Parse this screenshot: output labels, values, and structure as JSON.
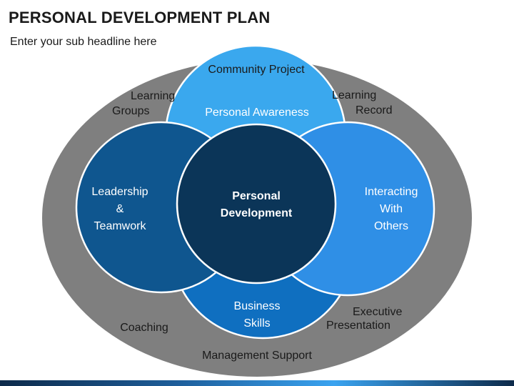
{
  "header": {
    "title": "PERSONAL DEVELOPMENT PLAN",
    "subtitle": "Enter your sub headline here"
  },
  "diagram": {
    "center": [
      "Personal",
      "Development"
    ],
    "personal_awareness": [
      "Personal Awareness"
    ],
    "leadership": [
      "Leadership",
      "&",
      "Teamwork"
    ],
    "interacting": [
      "Interacting",
      "With",
      "Others"
    ],
    "business": [
      "Business",
      "Skills"
    ],
    "outer": {
      "community_project": [
        "Community Project"
      ],
      "learning_groups": [
        "Learning",
        "Groups"
      ],
      "learning_record": [
        "Learning",
        "Record"
      ],
      "coaching": [
        "Coaching"
      ],
      "executive_presentation": [
        "Executive",
        "Presentation"
      ],
      "management_support": [
        "Management Support"
      ]
    },
    "colors": {
      "outer_ellipse": "#7f7f7f",
      "personal_awareness": "#3aa8ee",
      "leadership": "#0f568f",
      "interacting": "#2f8fe6",
      "business": "#0f6fc0",
      "center": "#0b3558",
      "text_light": "#ffffff",
      "text_dark": "#1a1a1a"
    }
  }
}
